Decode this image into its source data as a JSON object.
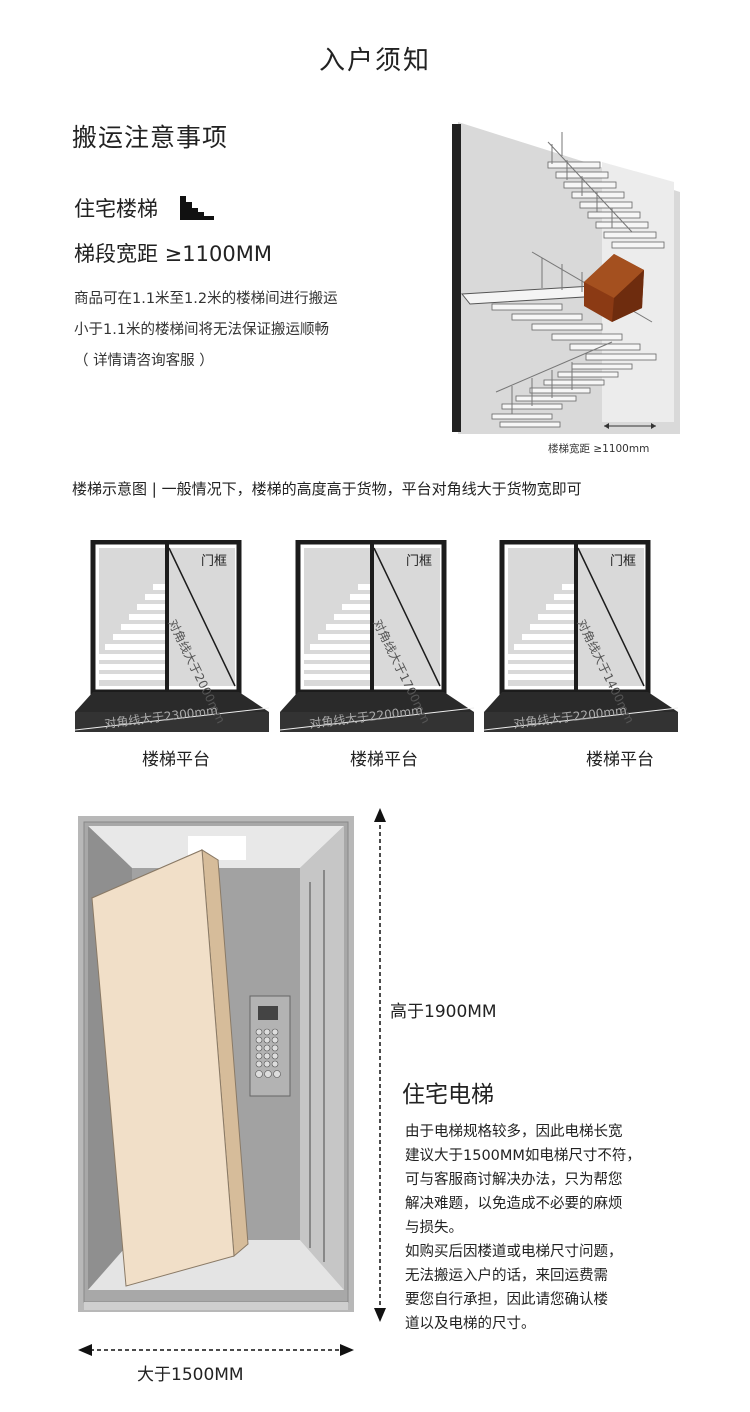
{
  "page_title": "入户须知",
  "section_title": "搬运注意事项",
  "stair": {
    "title": "住宅楼梯",
    "width_rule": "梯段宽距 ≥1100MM",
    "lines": [
      "商品可在1.1米至1.2米的楼梯间进行搬运",
      "小于1.1米的楼梯间将无法保证搬运顺畅",
      "（ 详情请咨询客服 ）"
    ],
    "photo_caption": "楼梯宽距 ≥1100mm"
  },
  "diagram_desc": "楼梯示意图 | 一般情况下，楼梯的高度高于货物，平台对角线大于货物宽即可",
  "platforms": [
    {
      "door": "门框",
      "inner_diag": "对角线大于2000mm",
      "base_diag": "对角线大于2300mm",
      "label": "楼梯平台"
    },
    {
      "door": "门框",
      "inner_diag": "对角线大于1700mm",
      "base_diag": "对角线大于2200mm",
      "label": "楼梯平台"
    },
    {
      "door": "门框",
      "inner_diag": "对角线大于1400mm",
      "base_diag": "对角线大于2200mm",
      "label": "楼梯平台"
    }
  ],
  "elevator": {
    "height_label": "高于1900MM",
    "width_label": "大于1500MM",
    "title": "住宅电梯",
    "lines": [
      "由于电梯规格较多，因此电梯长宽",
      "建议大于1500MM如电梯尺寸不符，",
      "可与客服商讨解决办法，只为帮您",
      "解决难题，以免造成不必要的麻烦",
      "与损失。",
      "如购买后因楼道或电梯尺寸问题，",
      "无法搬运入户的话，来回运费需",
      "要您自行承担，因此请您确认楼",
      "道以及电梯的尺寸。"
    ]
  },
  "colors": {
    "accent_box": "#8b3a14",
    "wall_gray": "#d6d6d6",
    "dark_frame": "#1c1c1c",
    "box_beige": "#f1dfc8"
  }
}
